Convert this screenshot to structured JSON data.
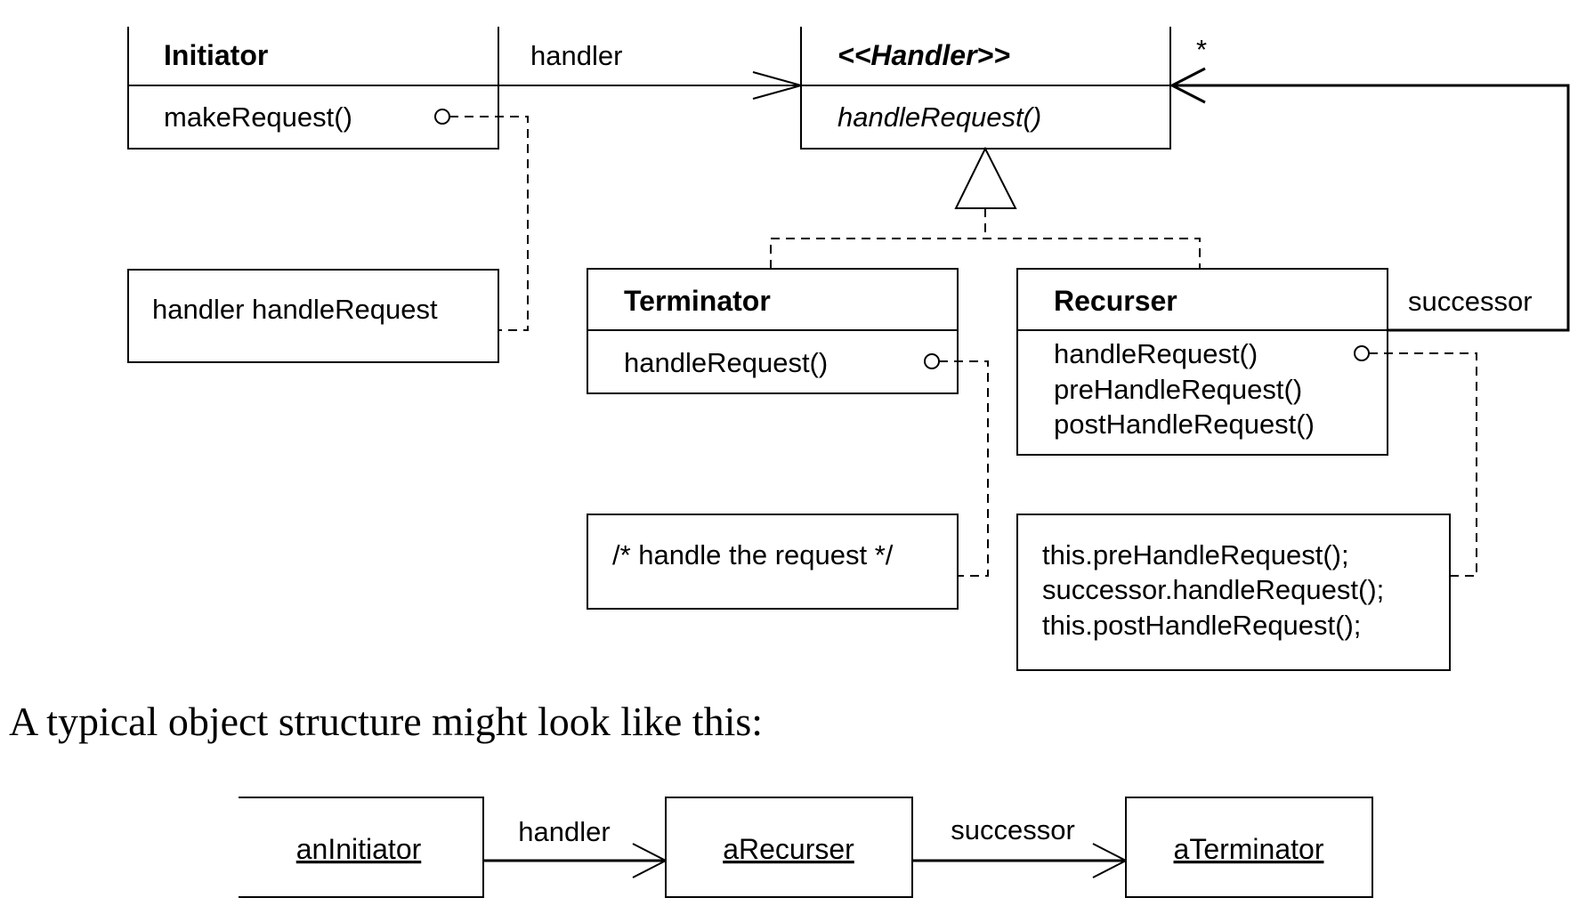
{
  "class_diagram": {
    "initiator": {
      "name": "Initiator",
      "operations": [
        "makeRequest()"
      ]
    },
    "handler": {
      "name": "<<Handler>>",
      "operations": [
        "handleRequest()"
      ]
    },
    "terminator": {
      "name": "Terminator",
      "operations": [
        "handleRequest()"
      ]
    },
    "recurser": {
      "name": "Recurser",
      "operations": [
        "handleRequest()",
        "preHandleRequest()",
        "postHandleRequest()"
      ]
    },
    "associations": {
      "handler_label": "handler",
      "successor_label": "successor",
      "multiplicity": "*"
    },
    "notes": {
      "initiator_note": "handler handleRequest",
      "terminator_note": "/* handle the request */",
      "recurser_note": [
        "this.preHandleRequest();",
        "successor.handleRequest();",
        "this.postHandleRequest();"
      ]
    }
  },
  "caption": "A typical object structure might look like this:",
  "object_diagram": {
    "objects": [
      "anInitiator",
      "aRecurser",
      "aTerminator"
    ],
    "links": [
      "handler",
      "successor"
    ]
  }
}
